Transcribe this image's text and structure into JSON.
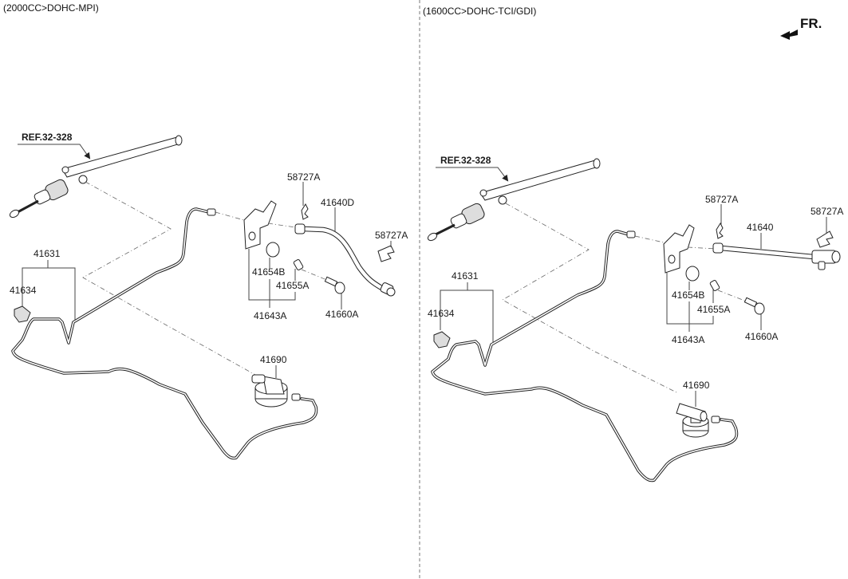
{
  "panels": [
    {
      "title": "(2000CC>DOHC-MPI)",
      "ref": "REF.32-328",
      "labels": {
        "clip_top": "58727A",
        "hose": "41640D",
        "clip_right": "58727A",
        "grommet": "41654B",
        "sleeve": "41655A",
        "bracket_assy": "41643A",
        "bolt": "41660A",
        "tube_assy": "41631",
        "tube_clip": "41634",
        "release_cylinder": "41690"
      }
    },
    {
      "title": "(1600CC>DOHC-TCI/GDI)",
      "ref": "REF.32-328",
      "labels": {
        "clip_top": "58727A",
        "hose": "41640",
        "clip_right": "58727A",
        "grommet": "41654B",
        "sleeve": "41655A",
        "bracket_assy": "41643A",
        "bolt": "41660A",
        "tube_assy": "41631",
        "tube_clip": "41634",
        "release_cylinder": "41690"
      }
    }
  ],
  "direction_marker": {
    "label": "FR.",
    "icon": "front-arrow-icon"
  }
}
